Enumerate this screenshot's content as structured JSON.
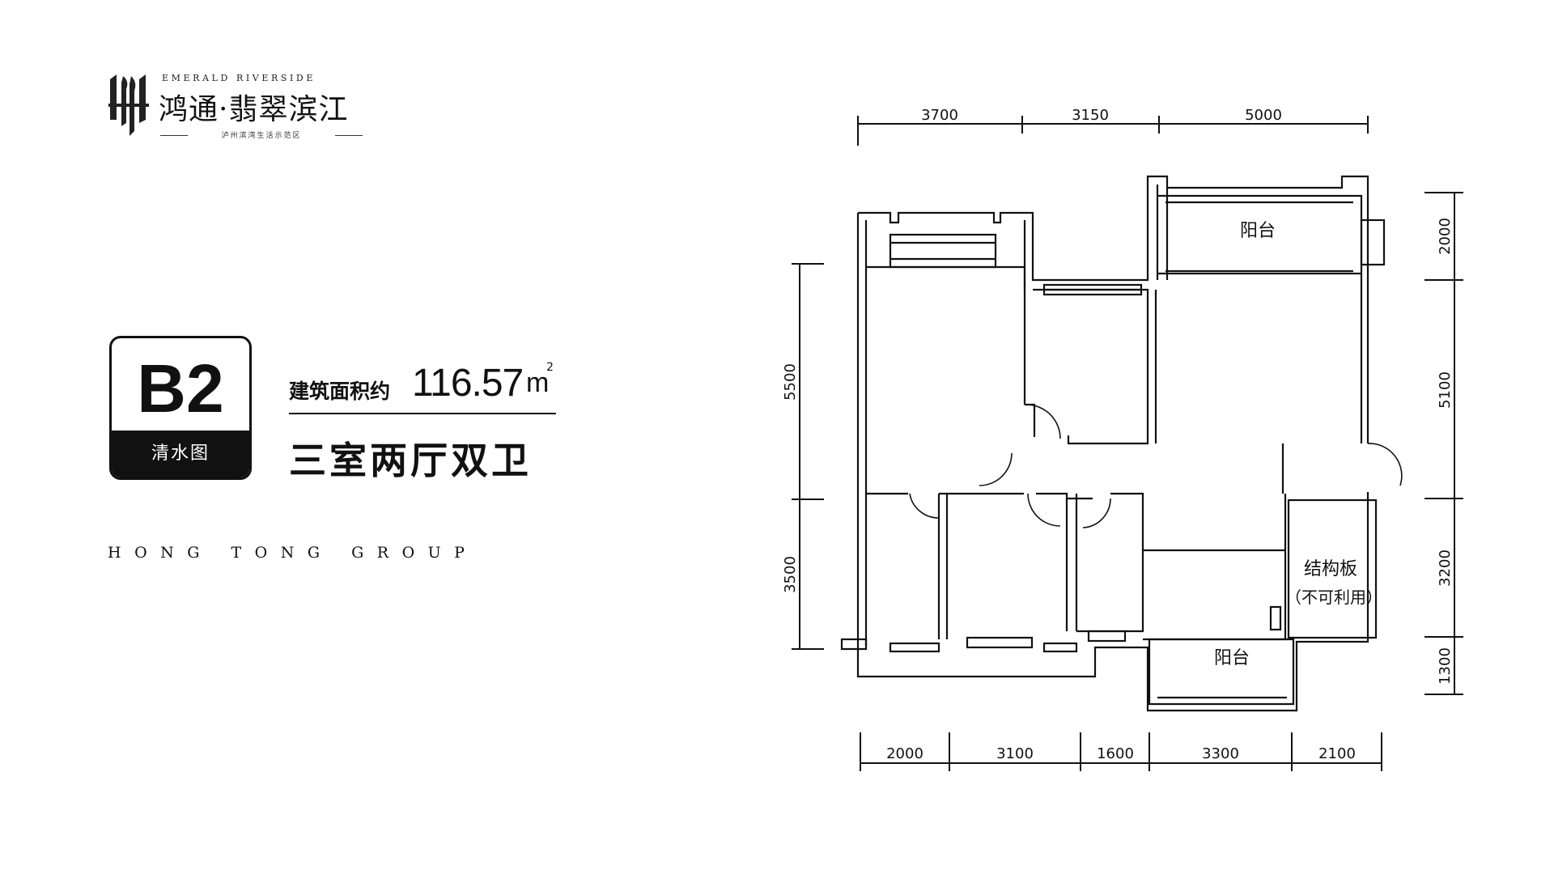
{
  "brand": {
    "english": "EMERALD RIVERSIDE",
    "chinese": "鸿通·翡翠滨江",
    "tagline": "泸州滨湾生活示范区"
  },
  "unit": {
    "code": "B2",
    "plan_type": "清水图",
    "area_label": "建筑面积约",
    "area_value": "116.57",
    "area_unit": "m",
    "area_unit_sup": "2",
    "layout": "三室两厅双卫"
  },
  "company": "HONG TONG GROUP",
  "floor_plan": {
    "top_dimensions": [
      "3700",
      "3150",
      "5000"
    ],
    "bottom_dimensions": [
      "2000",
      "3100",
      "1600",
      "3300",
      "2100"
    ],
    "left_dimensions": [
      "5500",
      "3500"
    ],
    "right_dimensions": [
      "2000",
      "5100",
      "3200",
      "1300"
    ],
    "rooms": {
      "balcony_top": "阳台",
      "balcony_bottom": "阳台",
      "structural_slab": "结构板",
      "structural_note": "（不可利用）"
    }
  }
}
